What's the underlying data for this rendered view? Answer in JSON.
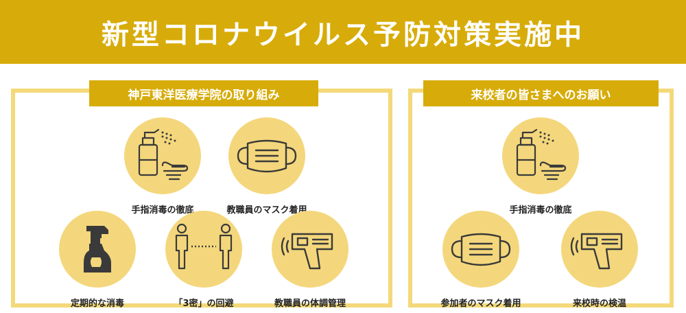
{
  "banner": {
    "title": "新型コロナウイルス予防対策実施中"
  },
  "left_panel": {
    "header": "神戸東洋医療学院の取り組み",
    "items": [
      {
        "label": "手指消毒の徹底",
        "icon": "sanitizer-hand-icon"
      },
      {
        "label": "教職員のマスク着用",
        "icon": "mask-icon"
      },
      {
        "label": "定期的な消毒",
        "icon": "spray-bottle-icon"
      },
      {
        "label": "「3密」の回避",
        "icon": "social-distance-icon"
      },
      {
        "label": "教職員の体調管理",
        "icon": "thermometer-gun-icon"
      }
    ]
  },
  "right_panel": {
    "header": "来校者の皆さまへのお願い",
    "items": [
      {
        "label": "手指消毒の徹底",
        "icon": "sanitizer-hand-icon"
      },
      {
        "label": "参加者のマスク着用",
        "icon": "mask-icon"
      },
      {
        "label": "来校時の検温",
        "icon": "thermometer-gun-icon"
      }
    ]
  },
  "colors": {
    "accent": "#d7ac0a",
    "circle": "#f4d77c",
    "border": "#f3d97a",
    "icon": "#3a3a3a"
  }
}
